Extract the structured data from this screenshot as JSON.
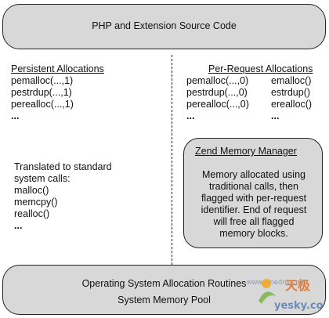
{
  "top_box": {
    "title": "PHP and Extension Source Code"
  },
  "persistent": {
    "heading": "Persistent Allocations",
    "items": [
      "pemalloc(...,1)",
      "pestrdup(...,1)",
      "perealloc(...,1)",
      "..."
    ]
  },
  "per_request": {
    "heading": "Per-Request Allocations",
    "left_items": [
      "pemalloc(...,0)",
      "pestrdup(...,0)",
      "perealloc(...,0)",
      "..."
    ],
    "right_items": [
      "emalloc()",
      "estrdup()",
      "erealloc()",
      "..."
    ]
  },
  "translated": {
    "lines": [
      "Translated to standard",
      "system calls:",
      "malloc()",
      "memcpy()",
      "realloc()",
      "..."
    ]
  },
  "zend": {
    "title": "Zend Memory Manager",
    "body": [
      "Memory allocated using",
      "traditional calls, then",
      "flagged with per-request",
      "identifier.  End of request",
      "will free all flagged",
      "memory blocks."
    ]
  },
  "bottom_box": {
    "line1": "Operating System Allocation Routines",
    "line2": "System Memory Pool"
  },
  "watermark": {
    "url": "www.ninedns.com",
    "site": "yesky.com",
    "logo_text": "天极"
  }
}
